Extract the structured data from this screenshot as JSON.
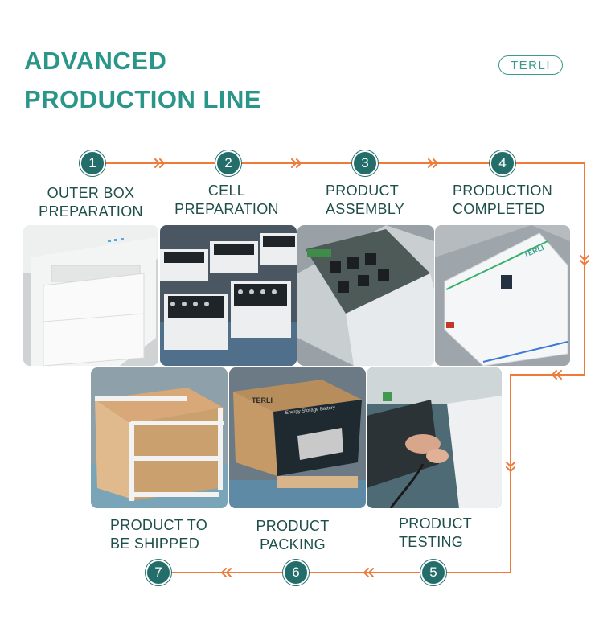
{
  "header": {
    "title_line1": "ADVANCED",
    "title_line2": "PRODUCTION LINE",
    "brand": "TERLI"
  },
  "colors": {
    "accent": "#2a9689",
    "badge": "#236e6a",
    "flow_line": "#f07a3a",
    "label": "#1f4f4a"
  },
  "steps": [
    {
      "number": "1",
      "line1": "OUTER BOX",
      "line2": "PREPARATION"
    },
    {
      "number": "2",
      "line1": "CELL",
      "line2": "PREPARATION"
    },
    {
      "number": "3",
      "line1": "PRODUCT",
      "line2": "ASSEMBLY"
    },
    {
      "number": "4",
      "line1": "PRODUCTION",
      "line2": "COMPLETED"
    },
    {
      "number": "5",
      "line1": "PRODUCT",
      "line2": "TESTING"
    },
    {
      "number": "6",
      "line1": "PRODUCT",
      "line2": "PACKING"
    },
    {
      "number": "7",
      "line1": "PRODUCT TO",
      "line2": "BE SHIPPED"
    }
  ],
  "photos": {
    "terli_logo": "TERLI",
    "box_brand": "TERLI",
    "box_text": "Energy Storage Battery"
  }
}
